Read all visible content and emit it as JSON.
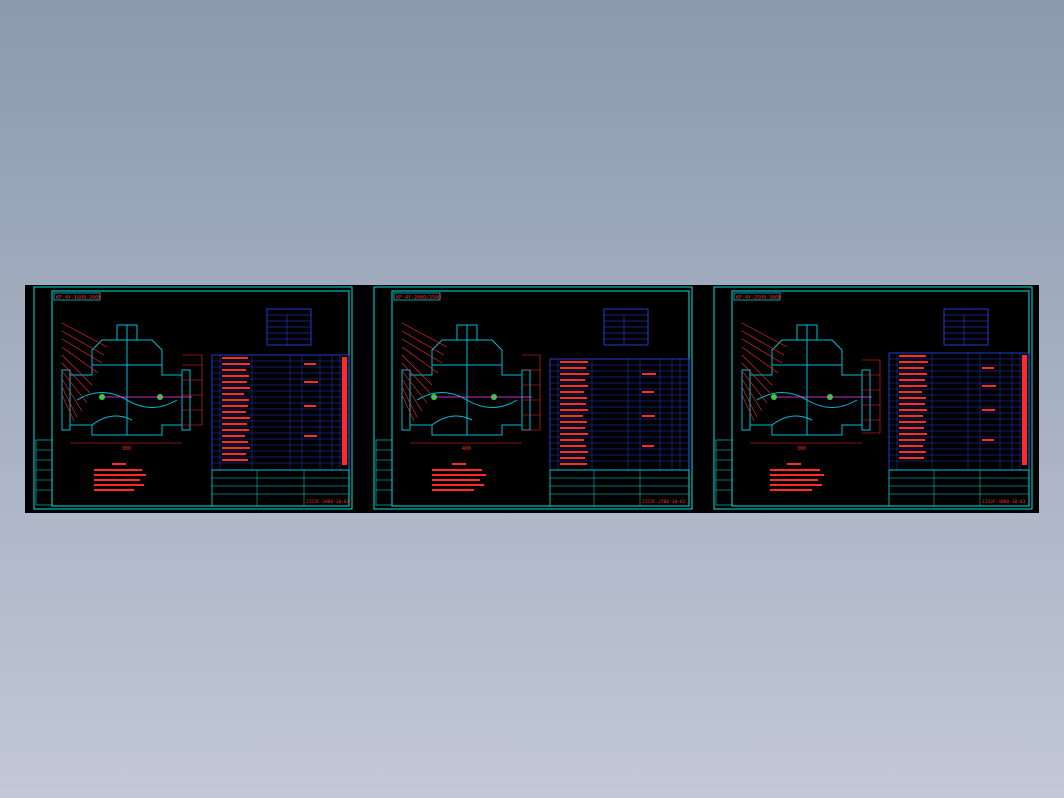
{
  "sheets": [
    {
      "code": "KF-4Y-1600-2000",
      "drawing_no": "ZJ33F-2000-10-01",
      "dim_label": "300"
    },
    {
      "code": "KF-4Y-2000/2500",
      "drawing_no": "ZJ33F-2500-10-02",
      "dim_label": "400"
    },
    {
      "code": "KF-4Y-2500-3000",
      "drawing_no": "ZJ33F-3000-10-03",
      "dim_label": "300"
    }
  ],
  "colors": {
    "frame": "#00e0e0",
    "text": "#ff2a2a",
    "table": "#2a4dff",
    "valve": "#00bcd4",
    "green": "#30d040",
    "magenta": "#ff40ff"
  }
}
